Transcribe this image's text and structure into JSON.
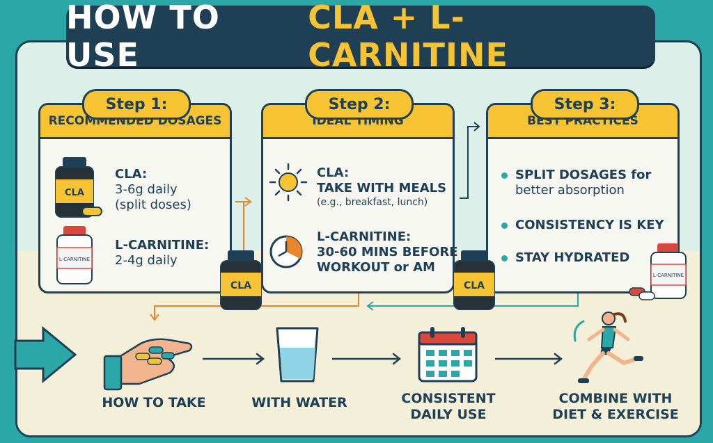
{
  "title": {
    "white": "HOW TO USE",
    "yellow": "CLA + L-CARNITINE"
  },
  "steps": [
    {
      "tab": "Step 1:",
      "header": "RECOMMENDED DOSAGES"
    },
    {
      "tab": "Step 2:",
      "header": "IDEAL TIMING"
    },
    {
      "tab": "Step 3:",
      "header": "BEST PRACTICES"
    }
  ],
  "step1": {
    "cla_title": "CLA:",
    "cla_line1": "3-6g daily",
    "cla_line2": "(split doses)",
    "lc_title": "L-CARNITINE:",
    "lc_line1": "2-4g daily"
  },
  "step2": {
    "cla_title": "CLA:",
    "cla_line1": "TAKE WITH MEALS",
    "cla_note": "(e.g., breakfast, lunch)",
    "lc_title": "L-CARNITINE:",
    "lc_line1": "30-60 MINS BEFORE",
    "lc_line2": "WORKOUT or AM"
  },
  "step3": {
    "b1_line1": "SPLIT DOSAGES for",
    "b1_line2": "better absorption",
    "b2": "CONSISTENCY IS KEY",
    "b3": "STAY HYDRATED"
  },
  "bottles": {
    "cla": "CLA",
    "lcarnitine": "L-CARNITINE"
  },
  "bottom": {
    "how": "HOW TO TAKE",
    "water": "WITH WATER",
    "consistent_1": "CONSISTENT",
    "consistent_2": "DAILY USE",
    "combine_1": "COMBINE WITH",
    "combine_2": "DIET & EXERCISE"
  },
  "colors": {
    "navy": "#1f3f55",
    "teal": "#2aa7a6",
    "yellow": "#f6c333",
    "orange": "#e9862b"
  },
  "icons": [
    "sun-icon",
    "clock-icon",
    "hand-with-capsules-icon",
    "water-glass-icon",
    "calendar-icon",
    "runner-icon",
    "arrow-icon"
  ]
}
